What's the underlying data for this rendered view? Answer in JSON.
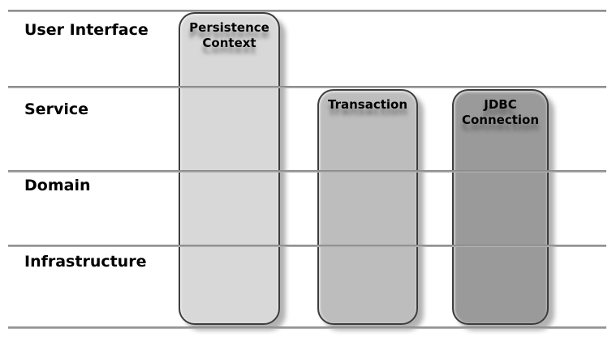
{
  "diagram": {
    "layers": [
      {
        "label": "User Interface"
      },
      {
        "label": "Service"
      },
      {
        "label": "Domain"
      },
      {
        "label": "Infrastructure"
      }
    ],
    "scope_boxes": [
      {
        "label": "Persistence Context",
        "fill": "#d8d8d8",
        "top_layer": "User Interface",
        "bottom_layer": "Infrastructure"
      },
      {
        "label": "Transaction",
        "fill": "#bdbdbd",
        "top_layer": "Service",
        "bottom_layer": "Infrastructure"
      },
      {
        "label": "JDBC Connection",
        "fill": "#9a9a9a",
        "top_layer": "Service",
        "bottom_layer": "Infrastructure"
      }
    ],
    "colors": {
      "background": "#ffffff",
      "divider_line": "#999999",
      "box_border": "#3d3d3d",
      "label_text": "#000000"
    }
  }
}
